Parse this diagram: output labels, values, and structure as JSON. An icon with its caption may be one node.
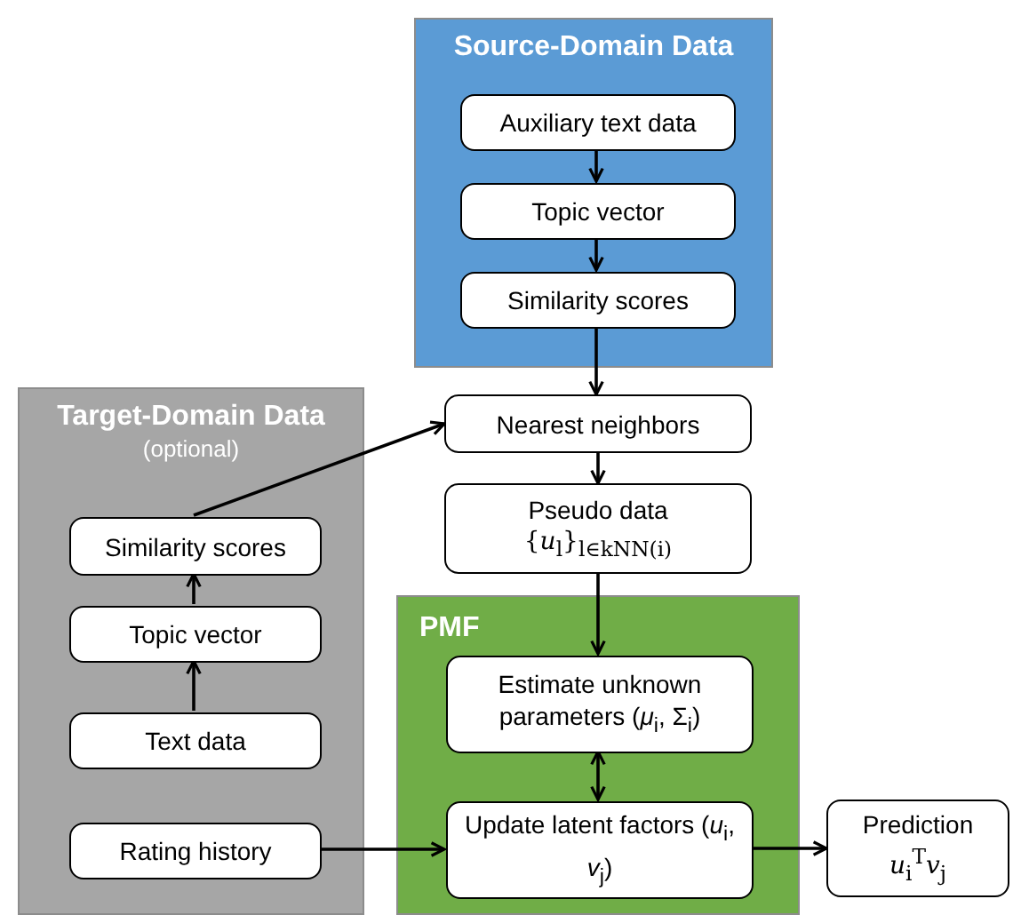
{
  "diagram": {
    "nodes": [
      {
        "text": [
          "Source-Domain Data"
        ]
      },
      {
        "text": [
          "Auxiliary text data"
        ],
        "in": 0
      },
      {
        "text": [
          "Topic vector"
        ],
        "in": 0
      },
      {
        "text": [
          "Similarity scores"
        ],
        "in": 0
      },
      {
        "text": [
          "Target-Domain Data",
          "(optional)"
        ]
      },
      {
        "text": [
          "Similarity scores"
        ],
        "in": 4
      },
      {
        "text": [
          "Topic vector"
        ],
        "in": 4
      },
      {
        "text": [
          "Text data"
        ],
        "in": 4
      },
      {
        "text": [
          "Rating history"
        ],
        "in": 4
      },
      {
        "text": [
          "Nearest neighbors"
        ]
      },
      {
        "text": [
          "Pseudo data",
          "{*u*$_{l}$}$_{l∈kNN(i)}$"
        ]
      },
      {
        "text": [
          "PMF"
        ]
      },
      {
        "text": [
          "Estimate unknown parameters (*μ*$_{i}$, Σ$_{i}$)"
        ],
        "in": 11
      },
      {
        "text": [
          "Update latent factors (*u*$_{i}$, *v*$_{j}$)"
        ],
        "in": 11
      },
      {
        "text": [
          "Prediction",
          "*u*$_{i}$$^{T}$*v*$_{j}$"
        ]
      }
    ],
    "edges": [
      {
        "from": 1,
        "to": 2,
        "arrow": "to"
      },
      {
        "from": 2,
        "to": 3,
        "arrow": "to"
      },
      {
        "from": 3,
        "to": 9,
        "arrow": "to"
      },
      {
        "from": 7,
        "to": 6,
        "arrow": "to"
      },
      {
        "from": 6,
        "to": 5,
        "arrow": "to"
      },
      {
        "from": 5,
        "to": 9,
        "arrow": "to"
      },
      {
        "from": 9,
        "to": 10,
        "arrow": "to"
      },
      {
        "from": 10,
        "to": 12,
        "arrow": "to"
      },
      {
        "from": 12,
        "to": 13,
        "arrow": "both"
      },
      {
        "from": 8,
        "to": 13,
        "arrow": "to"
      },
      {
        "from": 13,
        "to": 14,
        "arrow": "to"
      }
    ]
  }
}
